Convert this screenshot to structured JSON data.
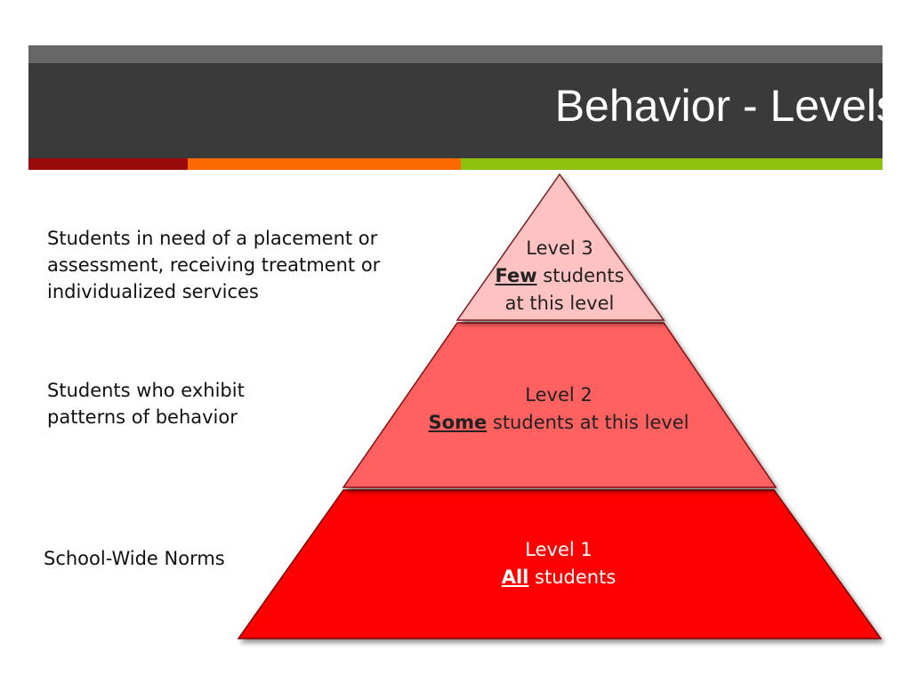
{
  "slide": {
    "title": "Behavior - Levels",
    "accent_colors": [
      "#9b0a0a",
      "#ff6a00",
      "#8cc20f"
    ]
  },
  "descriptions": {
    "level3": "Students in need of a placement or\nassessment, receiving treatment or\nindividualized services",
    "level2": "Students who exhibit\npatterns of behavior",
    "level1": "School-Wide Norms"
  },
  "pyramid": {
    "level3": {
      "name": "Level 3",
      "emphasis": "Few",
      "rest1": " students",
      "rest2": "at this level",
      "color": "#ffc2c2"
    },
    "level2": {
      "name": "Level 2",
      "emphasis": "Some",
      "rest1": " students at this level",
      "color": "#ff6060"
    },
    "level1": {
      "name": "Level 1",
      "emphasis": "All",
      "rest1": " students",
      "color": "#ff0000"
    }
  }
}
